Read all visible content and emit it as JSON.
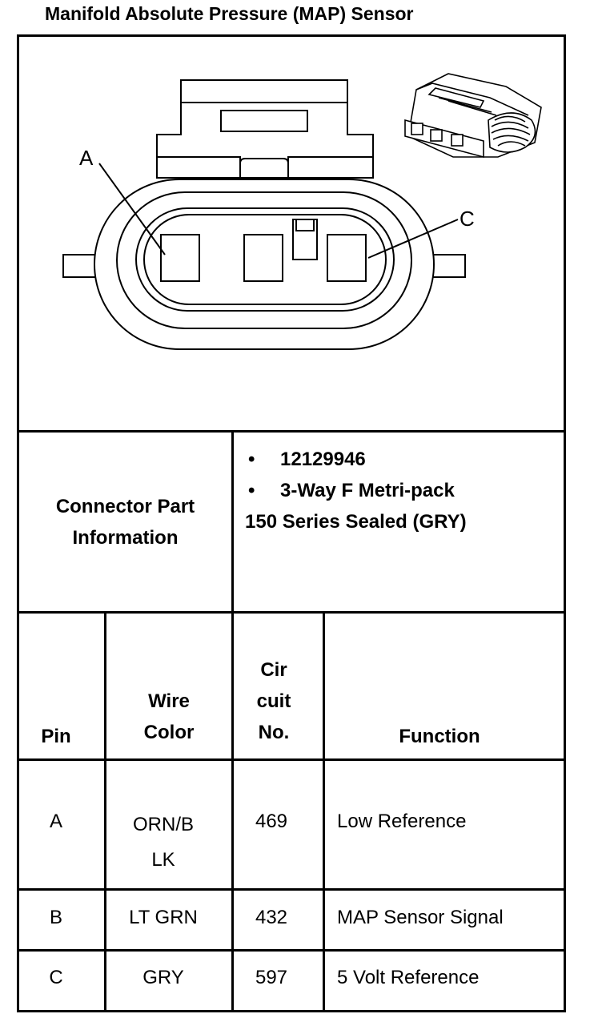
{
  "title": "Manifold Absolute Pressure (MAP) Sensor",
  "diagram": {
    "pin_label_a": "A",
    "pin_label_c": "C"
  },
  "connector_info": {
    "label_line1": "Connector Part",
    "label_line2": "Information",
    "part_number": "12129946",
    "description_line1": "3-Way F Metri-pack",
    "description_line2": "150 Series Sealed (GRY)",
    "bullet": "•"
  },
  "table": {
    "headers": {
      "pin": "Pin",
      "wire_color_line1": "Wire",
      "wire_color_line2": "Color",
      "circuit_line1": "Cir",
      "circuit_line2": "cuit",
      "circuit_line3": "No.",
      "function": "Function"
    },
    "rows": [
      {
        "pin": "A",
        "wire_line1": "ORN/B",
        "wire_line2": "LK",
        "circuit": "469",
        "function": "Low Reference"
      },
      {
        "pin": "B",
        "wire_line1": "LT GRN",
        "wire_line2": "",
        "circuit": "432",
        "function": "MAP Sensor Signal"
      },
      {
        "pin": "C",
        "wire_line1": "GRY",
        "wire_line2": "",
        "circuit": "597",
        "function": "5 Volt Reference"
      }
    ]
  }
}
